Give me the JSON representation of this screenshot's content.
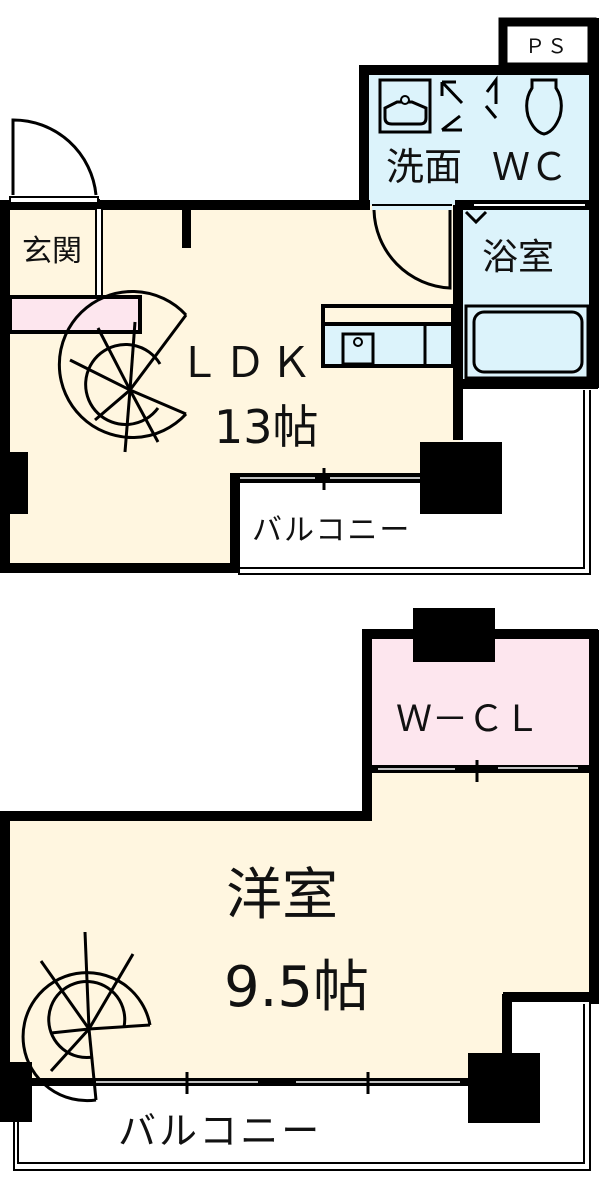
{
  "floorplan": {
    "colors": {
      "wall": "#000000",
      "living_floor": "#fff6e0",
      "wet_area": "#dcf3fb",
      "closet": "#fde6ee",
      "exterior": "#ffffff"
    },
    "floor1": {
      "rooms": {
        "ps": "ＰＳ",
        "washroom": "洗面",
        "wc": "ＷＣ",
        "bath": "浴室",
        "entrance": "玄関",
        "ldk": "ＬＤＫ",
        "ldk_size": "13帖",
        "balcony": "バルコニー"
      }
    },
    "floor2": {
      "rooms": {
        "wcl": "Ｗ－ＣＬ",
        "western_room": "洋室",
        "western_size": "9.5帖",
        "balcony": "バルコニー"
      }
    }
  }
}
